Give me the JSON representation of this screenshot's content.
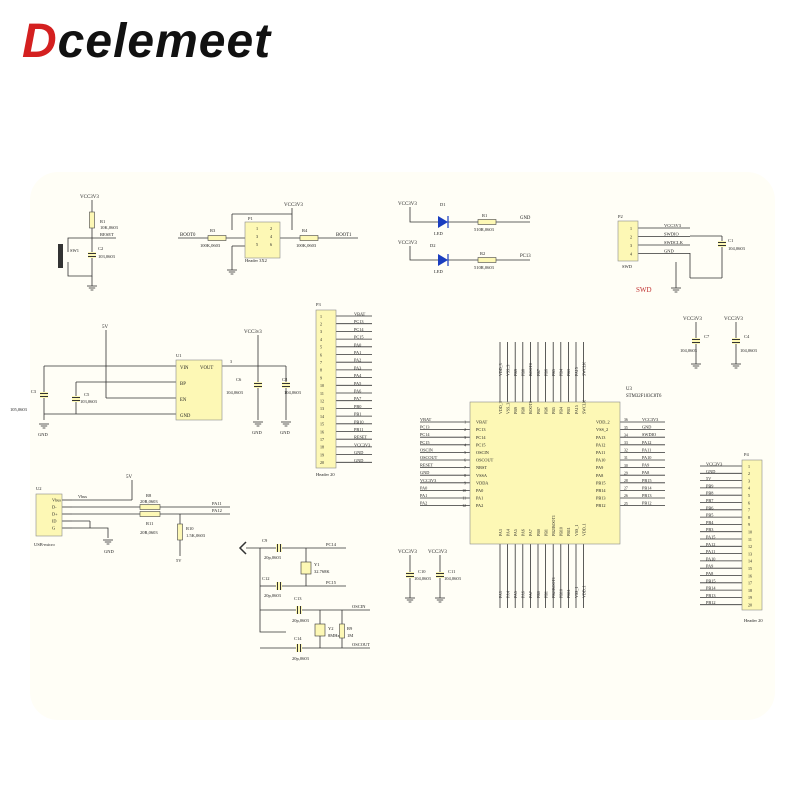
{
  "brand": {
    "first_letter": "D",
    "rest": "celemeet",
    "first_color": "#d42020",
    "rest_color": "#111111"
  },
  "colors": {
    "part_fill": "#fdf8b5",
    "part_stroke": "#8a8a8a",
    "wire": "#333333",
    "sheet_bg": "#fffef6",
    "led": "#1a3dbf",
    "label_red": "#c03030"
  },
  "reset": {
    "vcc": "VCC3V3",
    "r1": "R1",
    "r1_val": "10K,0603",
    "net": "RESET",
    "sw": "SW1",
    "c2": "C2",
    "c2_val": "103,0603"
  },
  "boot": {
    "left_net": "BOOT0",
    "r3": "R3",
    "r3_val": "100K,0603",
    "vcc": "VCC3V3",
    "p1": "P1",
    "header": "Header 3X2",
    "r4": "R4",
    "r4_val": "100K,0603",
    "right_net": "BOOT1",
    "pins": [
      "1",
      "2",
      "3",
      "4",
      "5",
      "6"
    ]
  },
  "leds": {
    "vcc1": "VCC3V3",
    "d1": "D1",
    "led1": "LED",
    "r1": "R1",
    "r1_val": "510R,0603",
    "net1": "GND",
    "vcc2": "VCC3V3",
    "d2": "D2",
    "led2": "LED",
    "r2": "R2",
    "r2_val": "510R,0603",
    "net2": "PC13"
  },
  "swd": {
    "p2": "P2",
    "pins": [
      "VCC3V3",
      "SWDIO",
      "SWDCLK",
      "GND"
    ],
    "c1": "C1",
    "c1_val": "104,0603",
    "label": "SWD",
    "conn": "SWD"
  },
  "regulator": {
    "u1": "U1",
    "vin": "VIN",
    "vout": "VOUT",
    "bp": "BP",
    "en": "EN",
    "gnd": "GND",
    "input": "5V",
    "output": "VCC3v3",
    "c3": "C3",
    "c3_val": "105,0603",
    "c5": "C5",
    "c5_val": "103,0603",
    "c6": "C6",
    "c6_val": "104,0603",
    "c8": "C8",
    "c8_val": "104,0603",
    "gnd1": "GND",
    "gnd2": "GND",
    "gnd3": "GND"
  },
  "header_p3": {
    "ref": "P3",
    "name": "Header 20",
    "nets": [
      "VBAT",
      "PC13",
      "PC14",
      "PC15",
      "PA0",
      "PA1",
      "PA2",
      "PA3",
      "PA4",
      "PA5",
      "PA6",
      "PA7",
      "PB0",
      "PB1",
      "PB10",
      "PB11",
      "RESET",
      "VCC3V3",
      "GND",
      "GND"
    ]
  },
  "caps_right": {
    "c7_vcc": "VCC3V3",
    "c7": "C7",
    "c7_val": "104,0603",
    "c4_vcc": "VCC3V3",
    "c4": "C4",
    "c4_val": "104,0603"
  },
  "mcu": {
    "ref": "U3",
    "part": "STM32F103C8T6",
    "left_nets": [
      "VBAT",
      "PC13",
      "PC14",
      "PC15",
      "OSCIN",
      "OSCOUT",
      "RESET",
      "GND",
      "VCC3V3",
      "PA0",
      "PA1",
      "PA2"
    ],
    "left_pins": [
      "VBAT",
      "PC13",
      "PC14",
      "PC15",
      "OSCIN",
      "OSCOUT",
      "NRST",
      "VSSA",
      "VDDA",
      "PA0",
      "PA1",
      "PA2"
    ],
    "right_pins": [
      "VDD_2",
      "VSS_2",
      "PA13",
      "PA12",
      "PA11",
      "PA10",
      "PA9",
      "PA8",
      "PB15",
      "PB14",
      "PB13",
      "PB12"
    ],
    "right_nums": [
      "36",
      "35",
      "34",
      "33",
      "32",
      "31",
      "30",
      "29",
      "28",
      "27",
      "26",
      "25"
    ],
    "right_nets": [
      "VCC3V3",
      "GND",
      "SWDIO",
      "PA12",
      "PA11",
      "PA10",
      "PA9",
      "PA8",
      "PB15",
      "PB14",
      "PB13",
      "PB12"
    ],
    "top_pins": [
      "VDD_3",
      "VSS_3",
      "PB9",
      "PB8",
      "BOOT0",
      "PB7",
      "PB6",
      "PB5",
      "PB4",
      "PB3",
      "PA15",
      "SWCLK"
    ],
    "bottom_pins": [
      "PA3",
      "PA4",
      "PA5",
      "PA6",
      "PA7",
      "PB0",
      "PB1",
      "PB2/BOOT1",
      "PB10",
      "PB11",
      "VSS_1",
      "VDD_1"
    ]
  },
  "caps_bottom": {
    "c10_vcc": "VCC3V3",
    "c10": "C10",
    "c10_val": "104,0603",
    "c11_vcc": "VCC3V3",
    "c11": "C11",
    "c11_val": "104,0603"
  },
  "header_p4": {
    "ref": "P4",
    "name": "Header 20",
    "nets": [
      "VCC3V3",
      "GND",
      "5V",
      "PB9",
      "PB8",
      "PB7",
      "PB6",
      "PB5",
      "PB4",
      "PB3",
      "PA15",
      "PA12",
      "PA11",
      "PA10",
      "PA9",
      "PA8",
      "PB15",
      "PB14",
      "PB13",
      "PB12"
    ]
  },
  "usb": {
    "ref": "U2",
    "name": "USB-micro",
    "pins": [
      "Vbus",
      "D-",
      "D+",
      "ID",
      "G"
    ],
    "vbus": "Vbus",
    "supply": "5V",
    "r8": "R8",
    "r8_val": "20R,0603",
    "r11": "R11",
    "r11_val": "20R,0603",
    "net1": "PA11",
    "net2": "PA12",
    "r10": "R10",
    "r10_val": "1.5K,0603",
    "r10_net": "5V",
    "gnd": "GND"
  },
  "crystals": {
    "c9": "C9",
    "c9_val": "20p,0603",
    "net_pc14": "PC14",
    "y1": "Y1",
    "y1_val": "32.768K",
    "net_pc15": "PC15",
    "c12": "C12",
    "c12_val": "20p,0603",
    "c13": "C13",
    "c13_val": "20p,0603",
    "net_oscin": "OSCIN",
    "y2": "Y2",
    "y2_val": "8MHz",
    "r9": "R9",
    "r9_val": "1M",
    "c14": "C14",
    "c14_val": "20p,0603",
    "net_oscout": "OSCOUT"
  }
}
